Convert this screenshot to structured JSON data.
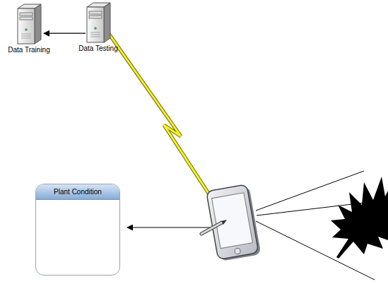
{
  "diagram": {
    "nodes": [
      {
        "text": [
          "Data Training"
        ]
      },
      {
        "text": [
          "Data Testing"
        ]
      },
      {
        "text": [
          "Plant Condition"
        ]
      }
    ],
    "edges": [
      {
        "from": 1,
        "to": 0,
        "arrow": "to"
      }
    ]
  }
}
